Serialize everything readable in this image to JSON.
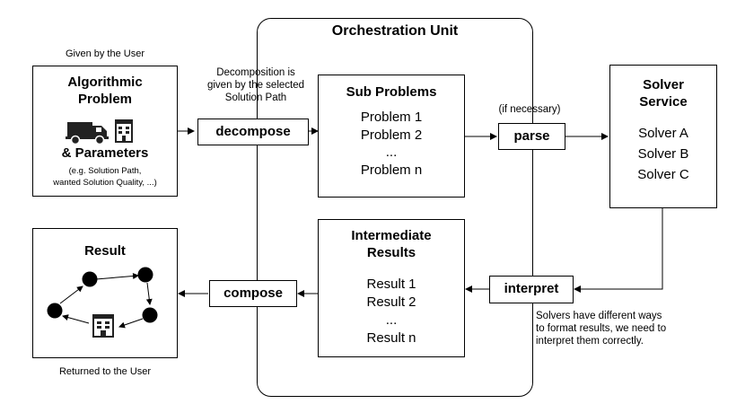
{
  "orchestration": {
    "title": "Orchestration Unit"
  },
  "input": {
    "caption": "Given by the User",
    "title_line1": "Algorithmic",
    "title_line2": "Problem",
    "params": "& Parameters",
    "example_line1": "(e.g. Solution Path,",
    "example_line2": "wanted Solution Quality, ...)"
  },
  "decomposition_note": {
    "line1": "Decomposition is",
    "line2": "given by the selected",
    "line3": "Solution Path"
  },
  "decompose": {
    "label": "decompose"
  },
  "subproblems": {
    "title": "Sub Problems",
    "items": [
      "Problem 1",
      "Problem 2",
      "...",
      "Problem n"
    ]
  },
  "parse": {
    "label": "parse",
    "note": "(if necessary)"
  },
  "solver": {
    "title_line1": "Solver",
    "title_line2": "Service",
    "items": [
      "Solver A",
      "Solver B",
      "Solver C"
    ]
  },
  "interpret": {
    "label": "interpret",
    "note_line1": "Solvers have different ways",
    "note_line2": "to format results, we need to",
    "note_line3": "interpret them correctly."
  },
  "intermediate": {
    "title_line1": "Intermediate",
    "title_line2": "Results",
    "items": [
      "Result 1",
      "Result 2",
      "...",
      "Result n"
    ]
  },
  "compose": {
    "label": "compose"
  },
  "result": {
    "title": "Result",
    "caption": "Returned to the User"
  },
  "icons": [
    "truck-icon",
    "building-icon",
    "graph-node-icon"
  ]
}
